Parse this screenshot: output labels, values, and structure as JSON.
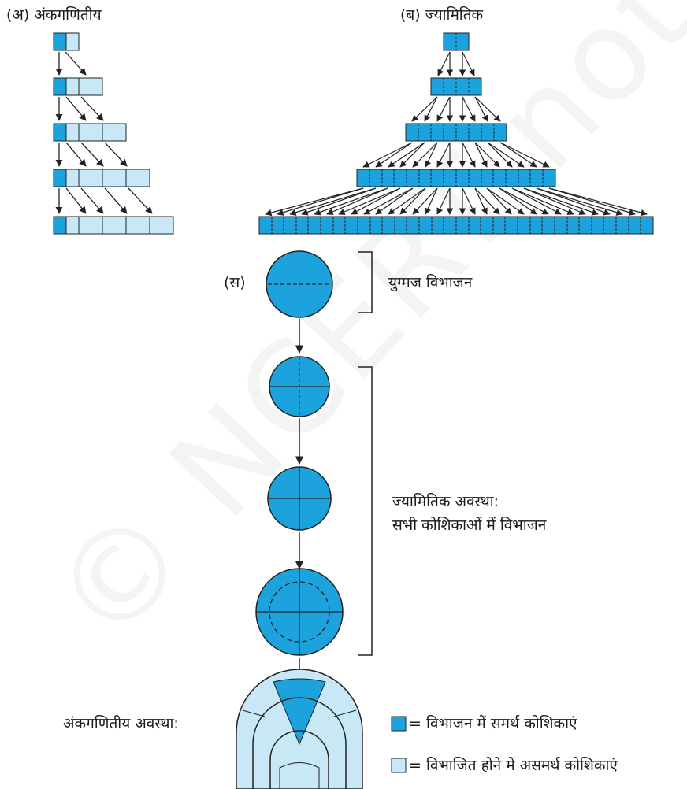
{
  "labels": {
    "a": "(अ) अंकगणितीय",
    "b": "(ब) ज्यामितिक",
    "c": "(स)",
    "zygote": "युग्मज विभाजन",
    "geo_stage_line1": "ज्यामितिक अवस्था:",
    "geo_stage_line2": "सभी कोशिकाओं में विभाजन",
    "arith_stage": "अंकगणितीय अवस्था:",
    "legend_dividing": "= विभाजन में समर्थ कोशिकाएं",
    "legend_nondividing": "= विभाजित होने में असमर्थ कोशिकाएं"
  },
  "watermark": "© NCERT not to be republished",
  "colors": {
    "dividing": "#1ca3dd",
    "nondividing": "#c8e8f8",
    "line": "#222222"
  }
}
